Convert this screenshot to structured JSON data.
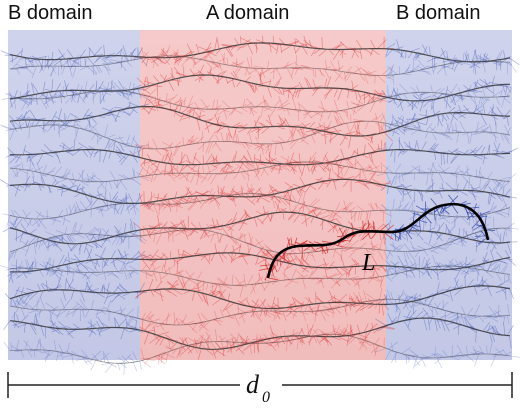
{
  "labels": {
    "b_domain_left": "B domain",
    "a_domain": "A domain",
    "b_domain_right": "B domain",
    "chain_length": "L",
    "period_symbol": "d",
    "period_subscript": "0"
  },
  "colors": {
    "b_domain_fill": "#c9cde8",
    "a_domain_fill": "#f4c4c4",
    "b_bristle": "#5d6fc0",
    "a_bristle": "#e04848",
    "backbone": "#3a3a3a",
    "highlighted_chain": "#000000"
  }
}
